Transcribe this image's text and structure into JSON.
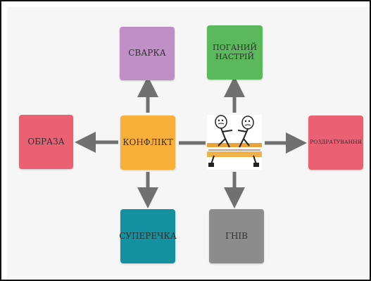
{
  "diagram": {
    "center": {
      "label": "КОНФЛІКТ",
      "color": "#f9b03a"
    },
    "nodes": {
      "svarka": {
        "label": "СВАРКА",
        "color": "#c08fc6"
      },
      "nastrii": {
        "label_lines": [
          "ПОГАНИЙ",
          "НАСТРІЙ"
        ],
        "color": "#5cb85c"
      },
      "obraza": {
        "label": "ОБРАЗА",
        "color": "#ec6074"
      },
      "rozdr": {
        "label": "РОЗДРАТУВАННЯ",
        "color": "#ec6074"
      },
      "superechka": {
        "label": "СУПЕРЕЧКА",
        "color": "#14919e"
      },
      "gniv": {
        "label": "ГНІВ",
        "color": "#8c8c8c"
      }
    },
    "image": {
      "description_icon": "tug-of-war-figures-icon"
    },
    "arrow_color": "#707070"
  }
}
